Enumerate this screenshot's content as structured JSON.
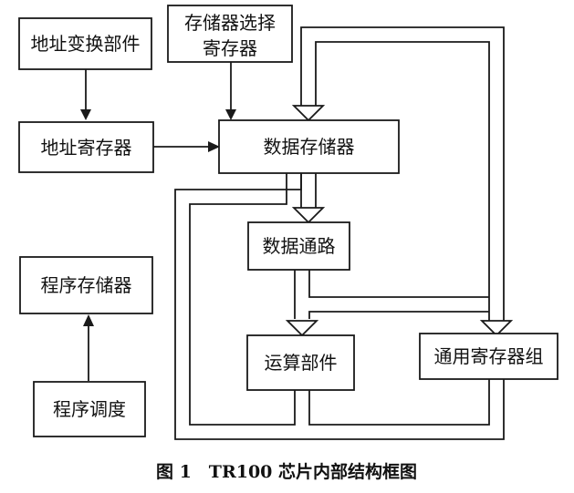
{
  "nodes": {
    "addr_transform": "地址变换部件",
    "bank_select_line1": "存储器选择",
    "bank_select_line2": "寄存器",
    "addr_register": "地址寄存器",
    "data_memory": "数据存储器",
    "data_path": "数据通路",
    "program_memory": "程序存储器",
    "alu": "运算部件",
    "gpr_group": "通用寄存器组",
    "program_control": "程序调度"
  },
  "caption": "图 1　TR100 芯片内部结构框图",
  "colors": {
    "line": "#1a1a1a",
    "background": "#ffffff"
  }
}
